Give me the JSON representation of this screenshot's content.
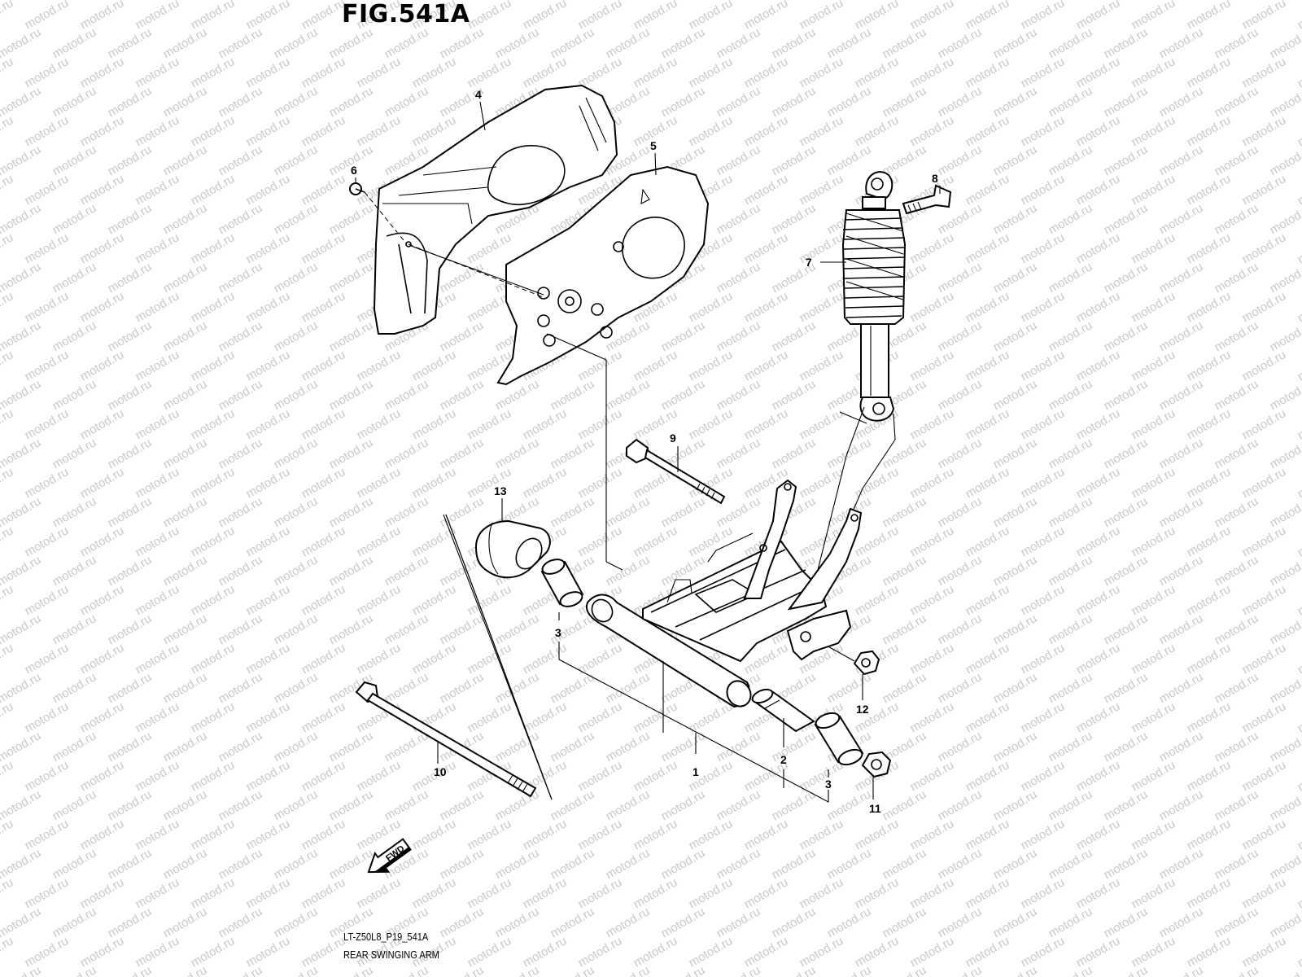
{
  "figure": {
    "title": "FIG.541A",
    "code": "LT-Z50L8_P19_541A",
    "name": "REAR SWINGING ARM"
  },
  "watermark": {
    "text": "motod.ru",
    "color": "#c8c8c8"
  },
  "fwd_arrow": {
    "label": "FWD"
  },
  "callouts": [
    {
      "id": "c1",
      "label": "1"
    },
    {
      "id": "c2",
      "label": "2"
    },
    {
      "id": "c3a",
      "label": "3"
    },
    {
      "id": "c3b",
      "label": "3"
    },
    {
      "id": "c4",
      "label": "4"
    },
    {
      "id": "c5",
      "label": "5"
    },
    {
      "id": "c6",
      "label": "6"
    },
    {
      "id": "c7",
      "label": "7"
    },
    {
      "id": "c8",
      "label": "8"
    },
    {
      "id": "c9",
      "label": "9"
    },
    {
      "id": "c10",
      "label": "10"
    },
    {
      "id": "c11",
      "label": "11"
    },
    {
      "id": "c12",
      "label": "12"
    },
    {
      "id": "c13",
      "label": "13"
    }
  ]
}
